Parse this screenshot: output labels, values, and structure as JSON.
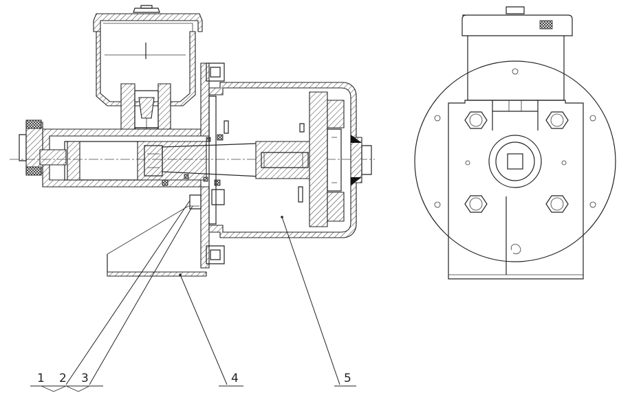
{
  "callouts": {
    "group_1": "1",
    "group_2": "2",
    "group_3": "3",
    "part_4": "4",
    "part_5": "5"
  }
}
